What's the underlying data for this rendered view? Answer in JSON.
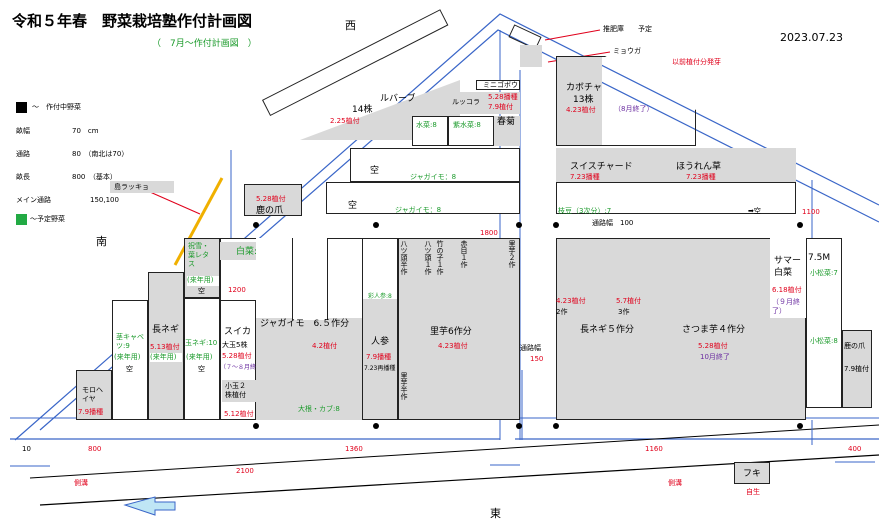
{
  "header": {
    "title": "令和５年春　野菜栽培塾作付計画図",
    "subtitle": "（　7月～作付計画図　）",
    "date": "2023.07.23"
  },
  "compass": {
    "west": "西",
    "south": "南",
    "east": "東"
  },
  "legend": {
    "planted": "～　作付中野菜",
    "planned": "～予定野菜",
    "ridge_width": "畝幅",
    "ridge_width_val": "70　cm",
    "path": "通路",
    "path_val": "80　（南北は70）",
    "ridge_len": "畝長",
    "ridge_len_val": "800　（基本）",
    "main_path": "メイン通路",
    "main_path_val": "150,100",
    "colors": {
      "planted": "#000000",
      "planned": "#22aa44"
    }
  },
  "top_notes": {
    "compost": "推肥庫　　予定",
    "myoga": "ミョウガ",
    "myoga_note": "以前植付分発芽",
    "rakkyo": "島ラッキョ"
  },
  "north_rows": {
    "lubab": "ルバーブ",
    "stalks14": "14株",
    "planted_225": "2.25植付",
    "minigobo": "ミニゴボウ",
    "arugula": "ルッコラ",
    "sown_528": "5.28播種",
    "planted_79": "7.9植付",
    "mizuna": "水菜:8",
    "purple_mizuna": "紫水菜:8",
    "shungiku": "春菊",
    "empty": "空",
    "potato1": "ジャガイモ：8",
    "potato2": "ジャガイモ：8",
    "planted_528": "5.28植付",
    "shikanotsume": "鹿の爪"
  },
  "right_top": {
    "pumpkin": "カボチャ",
    "stalks13": "13株",
    "planted_423": "4.23植付",
    "ended_aug": "（8月終了）",
    "chard": "スイスチャード",
    "chard_sown": "7.23播種",
    "spinach": "ほうれん草",
    "spinach_sown": "7.23播種",
    "edamame": "枝豆（3次分）:7",
    "aisle100": "通路幅　100",
    "arrow_empty": "➡空",
    "n1100": "1100"
  },
  "left_block": {
    "n1800": "1800",
    "hakusai": "白菜:8",
    "n1200": "1200",
    "lettuce": "祝雪・\n葉レタ\nス",
    "next_year1": "(来年用)",
    "empty_a": "空",
    "negi": "長ネギ",
    "negi_planted": "5.13植付",
    "next_year2": "(来年用)",
    "kukikyabetsu": "茎キャベ\nツ:9",
    "next_year3": "(来年用)",
    "empty_b": "空",
    "tama_negi": "玉ネギ:10",
    "next_year4": "(来年用)",
    "empty_c": "空",
    "suika": "スイカ",
    "suika_stalks": "大玉5株",
    "suika_planted": "5.28植付",
    "suika_end": "（７～８月終了）",
    "kodama": "小玉２\n株植付",
    "kodama_date": "5.12植付",
    "moroheiya": "モロヘ\nイヤ",
    "moro_sown": "7.9播種",
    "jagaimo": "ジャガイモ　6.５作分",
    "jaga_planted": "4.2植付",
    "daikon": "大根・カブ:8",
    "ninjin": "人参",
    "ninjin_sown": "7.9播種",
    "ninjin_resown": "7.23再播種",
    "ninjin_small": "彩人参:8",
    "yatsugashira1": "八ツ頭半作",
    "yatsugashira2": "八ツ頭１作",
    "takenoko": "竹の子１作",
    "akame": "赤目１作",
    "satoimo2": "里芋２作",
    "satoimo6": "里芋6作分",
    "sato_planted": "4.23植付",
    "satoimo_half": "里芋半作"
  },
  "right_block": {
    "main_aisle": "通路幅",
    "aisle150": "150",
    "negi5": "長ネギ５作分",
    "negi_date1": "4.23植付",
    "negi_2": "2作",
    "negi_date2": "5.7植付",
    "negi_3": "3作",
    "satsuma": "さつま芋４作分",
    "satsuma_planted": "5.28植付",
    "satsuma_end": "10月終了",
    "summer_hakusai": "サマー\n白菜",
    "summer_planted": "6.18植付",
    "summer_end": "（９月終\n了）",
    "n75m": "7.5M",
    "komatsuna1": "小松菜:7",
    "komatsuna2": "小松菜:8",
    "shikanotsume2": "鹿の爪",
    "shika_planted": "7.9植付"
  },
  "bottom": {
    "n10": "10",
    "n800": "800",
    "n1360": "1360",
    "n1160": "1160",
    "n400": "400",
    "n2100": "2100",
    "ditch1": "側溝",
    "ditch2": "側溝",
    "fuki": "フキ",
    "fuki_note": "自生"
  }
}
